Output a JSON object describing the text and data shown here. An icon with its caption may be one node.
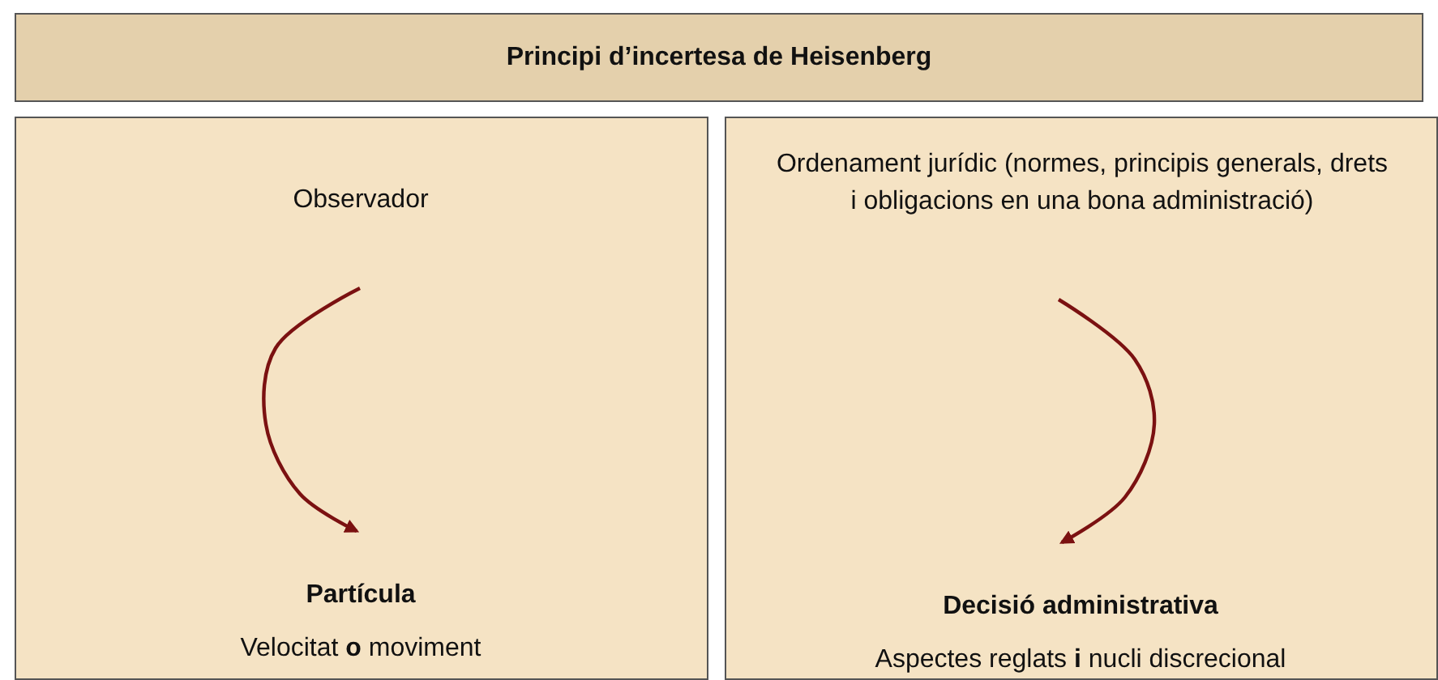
{
  "diagram": {
    "nodes": [
      {
        "text": [
          "Principi d’incertesa de Heisenberg"
        ]
      },
      {
        "text": [],
        "shape": "box"
      },
      {
        "text": [
          "Observador"
        ],
        "in": 1
      },
      {
        "text": [
          "Partícula",
          "Velocitat **o** moviment"
        ],
        "in": 1
      },
      {
        "text": [],
        "shape": "box"
      },
      {
        "text": [
          "Ordenament jurídic (normes, principis generals, drets i obligacions en una bona administració)"
        ],
        "in": 4
      },
      {
        "text": [
          "Decisió administrativa",
          "Aspectes reglats **i** nucli discrecional"
        ],
        "in": 4
      }
    ],
    "edges": [
      {
        "from": 2,
        "to": 3,
        "arrow": "to"
      },
      {
        "from": 5,
        "to": 6,
        "arrow": "to"
      }
    ]
  }
}
